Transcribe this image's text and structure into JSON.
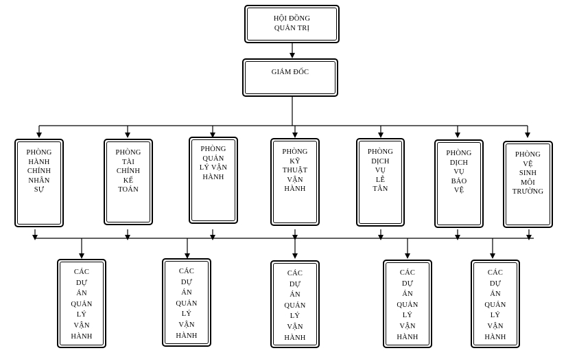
{
  "diagram": {
    "board": "HỘI ĐỒNG\nQUẢN TRỊ",
    "director": "GIÁM ĐỐC",
    "departments": [
      "PHÒNG\nHÀNH\nCHÍNH\nNHÂN\nSỰ",
      "PHÒNG\nTÀI\nCHÍNH\nKẾ\nTOÁN",
      "PHÒNG\nQUẢN\nLÝ VẬN\nHÀNH",
      "PHÒNG\nKỸ\nTHUẬT\nVẬN\nHÀNH",
      "PHÒNG\nDỊCH\nVỤ\nLỄ\nTÂN",
      "PHÒNG\nDỊCH\nVỤ\nBẢO\nVỆ",
      "PHÒNG\nVỆ\nSINH\nMÔI\nTRƯỜNG"
    ],
    "projects": [
      "CÁC\nDỰ\nÁN\nQUẢN\nLÝ\nVẬN\nHÀNH",
      "CÁC\nDỰ\nÁN\nQUẢN\nLÝ\nVẬN\nHÀNH",
      "CÁC\nDỰ\nÁN\nQUẢN\nLÝ\nVẬN\nHÀNH",
      "CÁC\nDỰ\nÁN\nQUẢN\nLÝ\nVẬN\nHÀNH",
      "CÁC\nDỰ\nÁN\nQUẢN\nLÝ\nVẬN\nHÀNH"
    ]
  },
  "colors": {
    "line": "#000000",
    "box_border": "#000000",
    "background": "#ffffff"
  }
}
